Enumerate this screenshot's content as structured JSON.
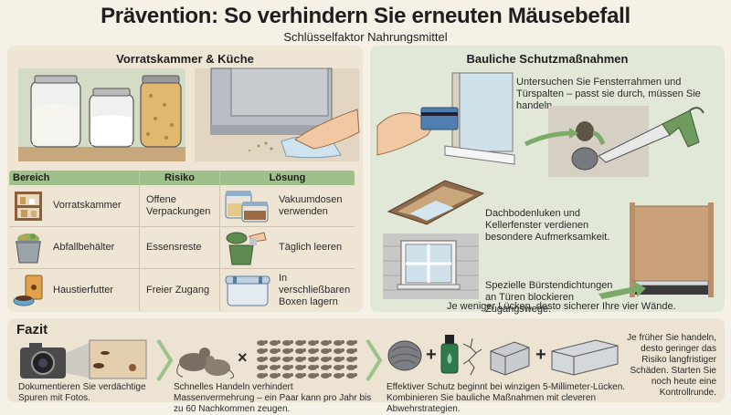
{
  "header": {
    "title": "Prävention: So verhindern Sie erneuten Mäusebefall",
    "subtitle": "Schlüsselfaktor Nahrungsmittel"
  },
  "left_panel": {
    "title": "Vorratskammer & Küche",
    "images": [
      "storage-jars-illustration",
      "wiping-crumbs-under-fridge-illustration"
    ],
    "table": {
      "headers": [
        "Bereich",
        "Risiko",
        "Lösung"
      ],
      "rows": [
        {
          "icon": "pantry-shelf-icon",
          "area": "Vorratskammer",
          "risk": "Offene Verpackungen",
          "solution_icon": "vacuum-containers-icon",
          "solution": "Vakuumdosen verwenden"
        },
        {
          "icon": "trash-can-icon",
          "area": "Abfallbehälter",
          "risk": "Essensreste",
          "solution_icon": "emptying-bin-icon",
          "solution": "Täglich leeren"
        },
        {
          "icon": "pet-food-icon",
          "area": "Haustierfutter",
          "risk": "Freier Zugang",
          "solution_icon": "sealed-box-icon",
          "solution": "In verschließbaren Boxen lagern"
        }
      ]
    }
  },
  "right_panel": {
    "title": "Bauliche Schutzmaßnahmen",
    "text1": "Untersuchen Sie Fensterrahmen und Türspalten – passt sie durch, müssen Sie handeln.",
    "text2": "Dachbodenluken und Kellerfenster verdienen besondere Aufmerksamkeit.",
    "text3": "Spezielle Bürstendichtungen an Türen blockieren Zugangswege.",
    "footer": "Je weniger Lücken, desto sicherer Ihre vier Wände."
  },
  "fazit": {
    "title": "Fazit",
    "step1": "Dokumentieren Sie verdächtige Spuren mit Fotos.",
    "step2": "Schnelles Handeln verhindert Massenvermehrung – ein Paar kann pro Jahr bis zu 60 Nachkommen zeugen.",
    "step3": "Effektiver Schutz beginnt bei winzigen 5-Millimeter-Lücken. Kombinieren Sie bauliche Maßnahmen mit cleveren Abwehrstrategien.",
    "closing": "Je früher Sie handeln, desto geringer das Risiko langfristiger Schäden. Starten Sie noch heute eine Kontrollrunde.",
    "operators": {
      "times": "×",
      "plus": "+"
    }
  },
  "colors": {
    "background": "#f6f1e6",
    "left_panel": "#efe5d5",
    "right_panel": "#e1e8d7",
    "table_header": "#9fc08a",
    "fazit_panel": "#ece3d2",
    "arrow_green": "#7aa96a"
  }
}
